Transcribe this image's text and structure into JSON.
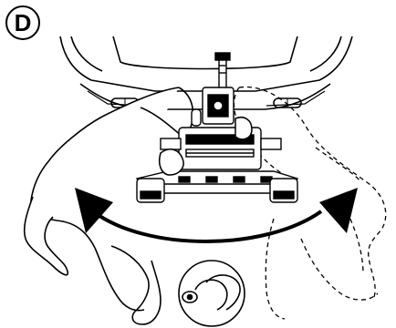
{
  "step": {
    "label": "D"
  },
  "colors": {
    "line": "#000000",
    "fill": "#ffffff",
    "arrow": "#000000"
  },
  "icons": [
    "vehicle-rear",
    "bike-carrier",
    "person-solid",
    "person-dashed",
    "rotation-arrow",
    "tighten-knob-detail"
  ]
}
